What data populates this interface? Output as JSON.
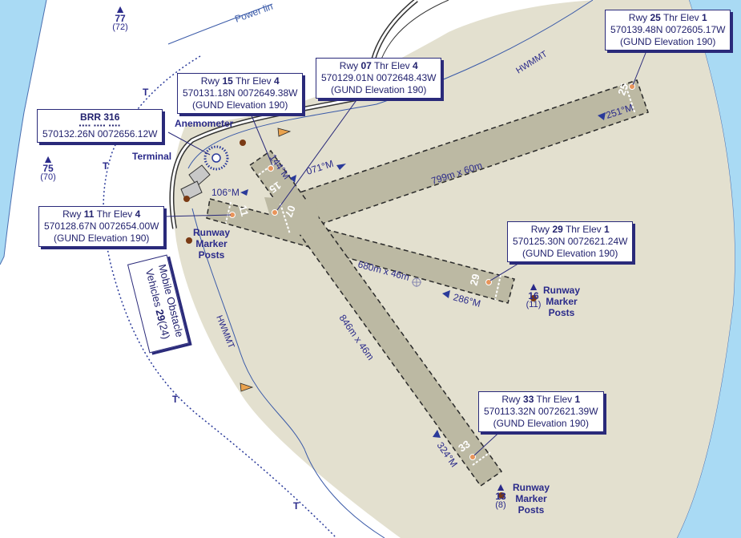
{
  "colors": {
    "sea": "#a9daf4",
    "aerodrome": "#e3e0cf",
    "runway": "#bcb9a3",
    "label_ink": "#22226e",
    "magnetic_arrow": "#2a3a9a",
    "threshold_mark": "#e8945a",
    "marker_post": "#7a3a14",
    "obstacle_flag": "#e9a24e"
  },
  "runways": [
    {
      "id": "07-25",
      "dimensions": "799m x 60m",
      "headings": [
        "071°M",
        "251°M"
      ],
      "threshold_numbers": [
        "07",
        "25"
      ]
    },
    {
      "id": "11-29",
      "dimensions": "680m x 46m",
      "headings": [
        "106°M",
        "286°M"
      ],
      "threshold_numbers": [
        "11",
        "29"
      ]
    },
    {
      "id": "15-33",
      "dimensions": "846m x 46m",
      "headings": [
        "144°M",
        "324°M"
      ],
      "threshold_numbers": [
        "15",
        "33"
      ]
    }
  ],
  "thresholds": {
    "rwy25": {
      "title_prefix": "Rwy ",
      "runway": "25",
      "title_mid": " Thr Elev ",
      "elev": "1",
      "coords": "570139.48N 0072605.17W",
      "gund": "(GUND Elevation 190)"
    },
    "rwy07": {
      "title_prefix": "Rwy ",
      "runway": "07",
      "title_mid": " Thr Elev ",
      "elev": "4",
      "coords": "570129.01N 0072648.43W",
      "gund": "(GUND Elevation 190)"
    },
    "rwy15": {
      "title_prefix": "Rwy ",
      "runway": "15",
      "title_mid": " Thr Elev ",
      "elev": "4",
      "coords": "570131.18N 0072649.38W",
      "gund": "(GUND Elevation 190)"
    },
    "rwy11": {
      "title_prefix": "Rwy ",
      "runway": "11",
      "title_mid": " Thr Elev ",
      "elev": "4",
      "coords": "570128.67N 0072654.00W",
      "gund": "(GUND Elevation 190)"
    },
    "rwy29": {
      "title_prefix": "Rwy ",
      "runway": "29",
      "title_mid": " Thr Elev ",
      "elev": "1",
      "coords": "570125.30N 0072621.24W",
      "gund": "(GUND Elevation 190)"
    },
    "rwy33": {
      "title_prefix": "Rwy ",
      "runway": "33",
      "title_mid": " Thr Elev ",
      "elev": "1",
      "coords": "570113.32N 0072621.39W",
      "gund": "(GUND Elevation 190)"
    }
  },
  "navaid": {
    "name": "BRR 316",
    "coords": "570132.26N 0072656.12W"
  },
  "labels": {
    "anemometer": "Anemometer",
    "terminal": "Terminal",
    "runway_marker_posts": "Runway\nMarker\nPosts",
    "hwmmt": "HWMMT",
    "power_line": "Power lin"
  },
  "mobile_obstacle": {
    "line1": "Mobile Obstacle",
    "line2_prefix": "Vehicles ",
    "height": "29",
    "line2_suffix": "(24)"
  },
  "obstacles": [
    {
      "id": "o77",
      "height": "77",
      "amsl": "(72)"
    },
    {
      "id": "o75",
      "height": "75",
      "amsl": "(70)"
    },
    {
      "id": "o16",
      "height": "16",
      "amsl": "(11)"
    },
    {
      "id": "o13",
      "height": "13",
      "amsl": "(8)"
    }
  ]
}
